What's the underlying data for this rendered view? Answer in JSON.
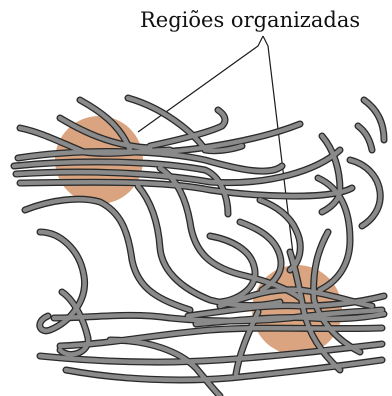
{
  "label": {
    "text": "Regiões organizadas"
  },
  "colors": {
    "region_fill": "#d9a47f",
    "chain_stroke": "#2a2a2a",
    "chain_fill": "#8a8a8a",
    "leader_line": "#1a1a1a",
    "background": "#ffffff"
  },
  "elements": {
    "regions": [
      "organized-region-upper-left",
      "organized-region-lower-right"
    ],
    "polymer_chains": "tangled-chains"
  }
}
